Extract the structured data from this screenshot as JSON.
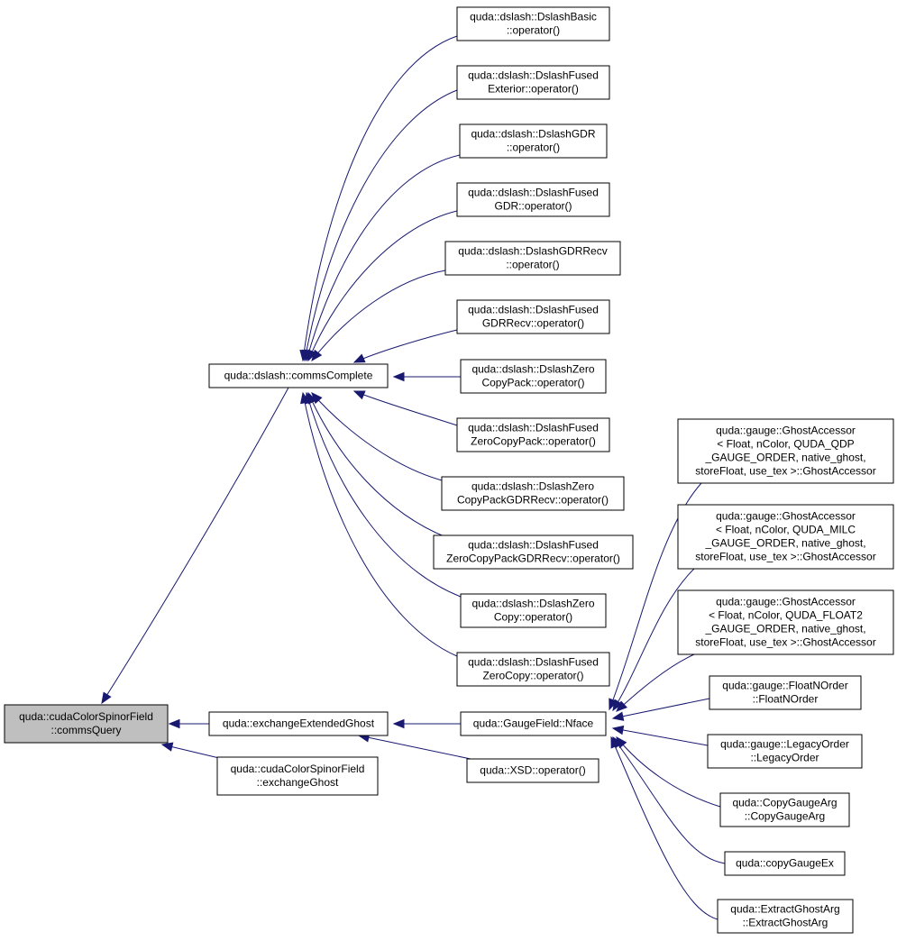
{
  "colors": {
    "edge": "#191970",
    "root_fill": "#bfbfbf",
    "node_fill": "#ffffff",
    "node_stroke": "#000000"
  },
  "nodes": {
    "root": [
      "quda::cudaColorSpinorField",
      "::commsQuery"
    ],
    "comms_complete": [
      "quda::dslash::commsComplete"
    ],
    "exchange_extended_ghost": [
      "quda::exchangeExtendedGhost"
    ],
    "exchange_ghost": [
      "quda::cudaColorSpinorField",
      "::exchangeGhost"
    ],
    "dslash_basic": [
      "quda::dslash::DslashBasic",
      "::operator()"
    ],
    "dslash_fused_exterior": [
      "quda::dslash::DslashFused",
      "Exterior::operator()"
    ],
    "dslash_gdr": [
      "quda::dslash::DslashGDR",
      "::operator()"
    ],
    "dslash_fused_gdr": [
      "quda::dslash::DslashFused",
      "GDR::operator()"
    ],
    "dslash_gdr_recv": [
      "quda::dslash::DslashGDRRecv",
      "::operator()"
    ],
    "dslash_fused_gdr_recv": [
      "quda::dslash::DslashFused",
      "GDRRecv::operator()"
    ],
    "dslash_zero_copy_pack": [
      "quda::dslash::DslashZero",
      "CopyPack::operator()"
    ],
    "dslash_fused_zero_copy_pack": [
      "quda::dslash::DslashFused",
      "ZeroCopyPack::operator()"
    ],
    "dslash_zero_copy_pack_gdr_recv": [
      "quda::dslash::DslashZero",
      "CopyPackGDRRecv::operator()"
    ],
    "dslash_fused_zero_copy_pack_gdr_recv": [
      "quda::dslash::DslashFused",
      "ZeroCopyPackGDRRecv::operator()"
    ],
    "dslash_zero_copy": [
      "quda::dslash::DslashZero",
      "Copy::operator()"
    ],
    "dslash_fused_zero_copy": [
      "quda::dslash::DslashFused",
      "ZeroCopy::operator()"
    ],
    "gauge_field_nface": [
      "quda::GaugeField::Nface"
    ],
    "xsd_operator": [
      "quda::XSD::operator()"
    ],
    "ghost_accessor_qdp": [
      "quda::gauge::GhostAccessor",
      "< Float, nColor, QUDA_QDP",
      "_GAUGE_ORDER, native_ghost,",
      " storeFloat, use_tex >::GhostAccessor"
    ],
    "ghost_accessor_milc": [
      "quda::gauge::GhostAccessor",
      "< Float, nColor, QUDA_MILC",
      "_GAUGE_ORDER, native_ghost,",
      " storeFloat, use_tex >::GhostAccessor"
    ],
    "ghost_accessor_float2": [
      "quda::gauge::GhostAccessor",
      "< Float, nColor, QUDA_FLOAT2",
      "_GAUGE_ORDER, native_ghost,",
      " storeFloat, use_tex >::GhostAccessor"
    ],
    "float_n_order": [
      "quda::gauge::FloatNOrder",
      "::FloatNOrder"
    ],
    "legacy_order": [
      "quda::gauge::LegacyOrder",
      "::LegacyOrder"
    ],
    "copy_gauge_arg": [
      "quda::CopyGaugeArg",
      "::CopyGaugeArg"
    ],
    "copy_gauge_ex": [
      "quda::copyGaugeEx"
    ],
    "extract_ghost_arg": [
      "quda::ExtractGhostArg",
      "::ExtractGhostArg"
    ]
  }
}
